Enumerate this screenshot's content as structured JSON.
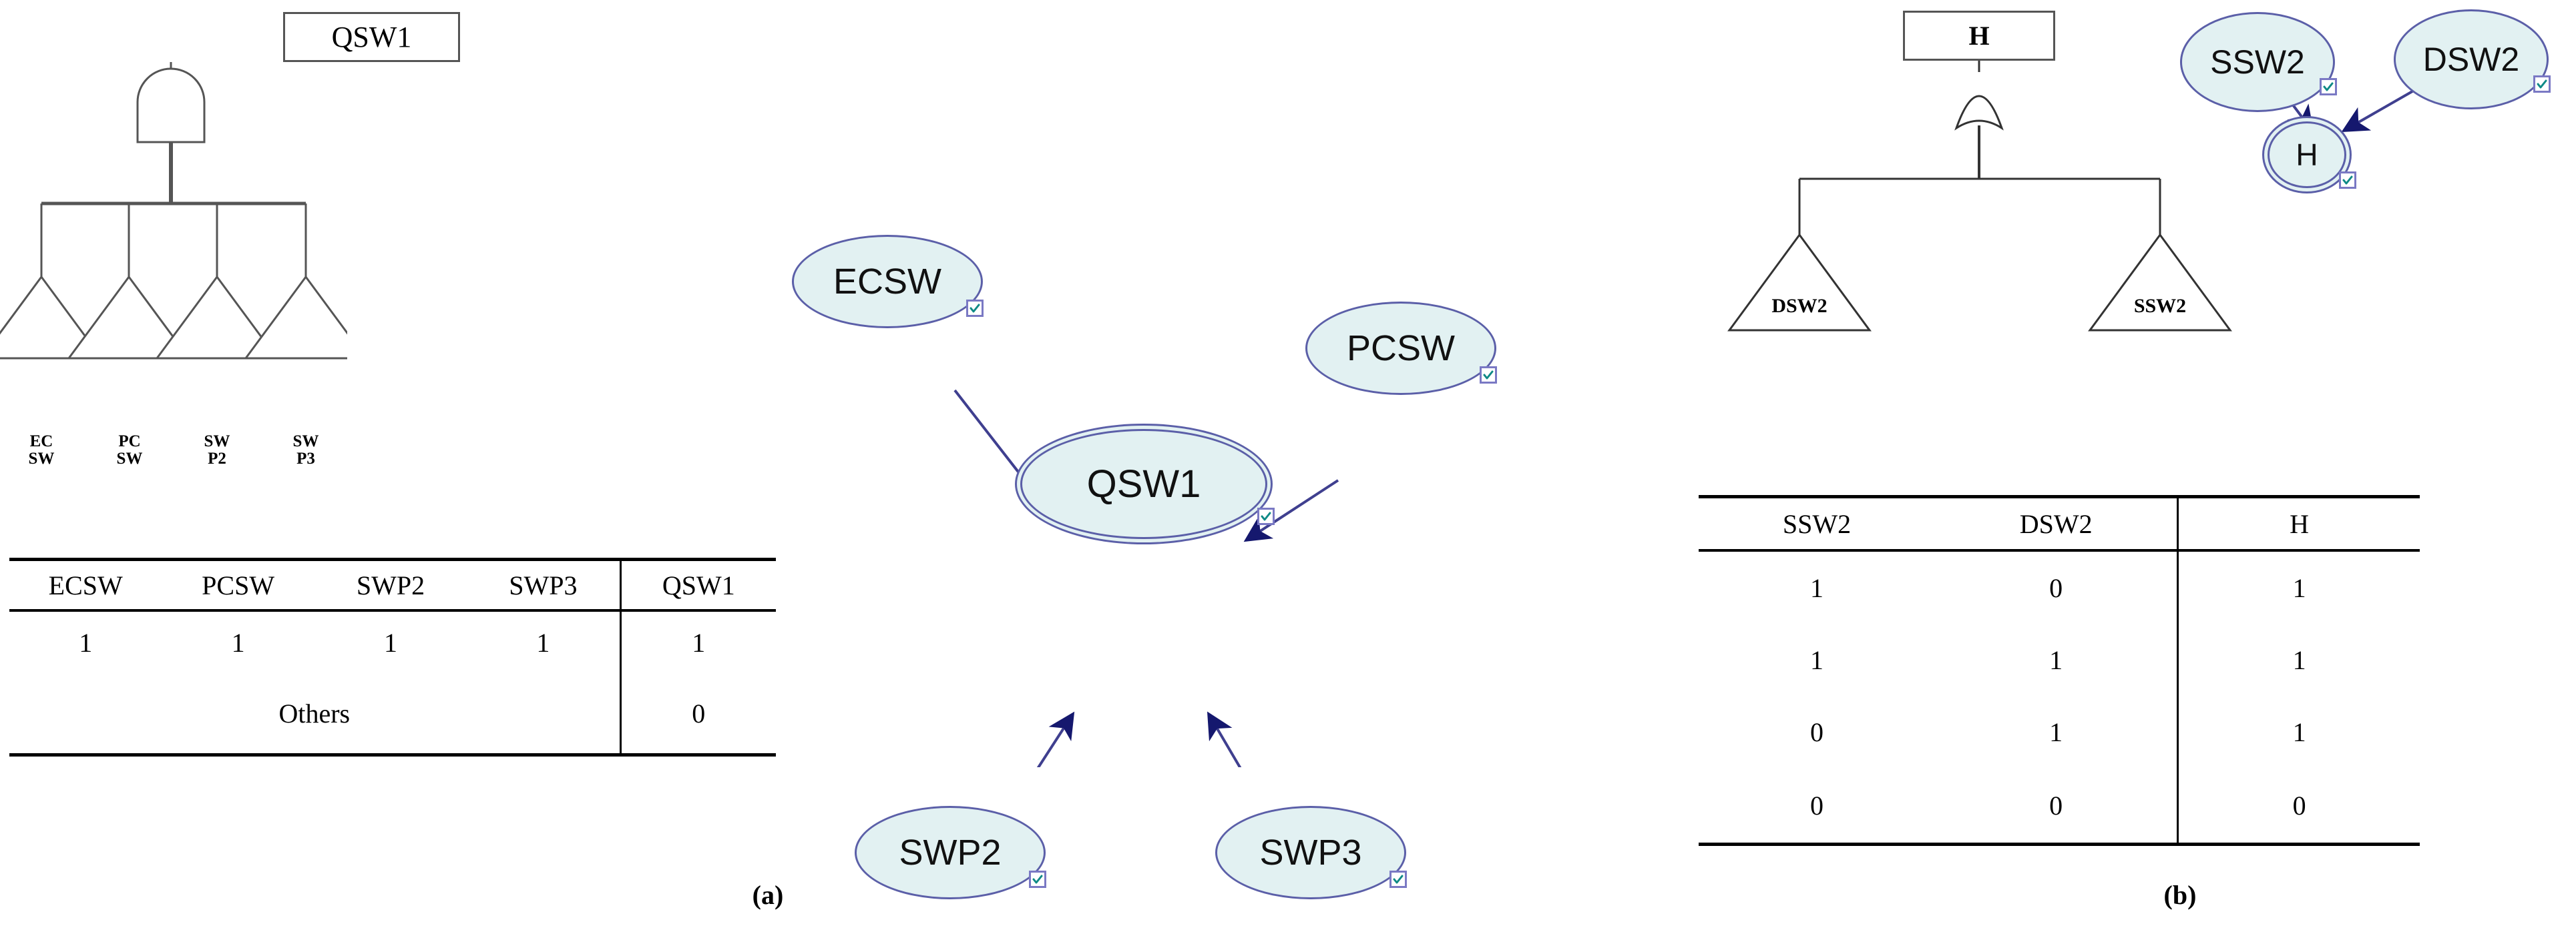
{
  "figure": {
    "captions": [
      {
        "id": "caption-a",
        "text": "(a)"
      },
      {
        "id": "caption-b",
        "text": "(b)"
      }
    ]
  },
  "panel_a": {
    "fault_tree": {
      "top_event": {
        "label": "QSW1",
        "shape": "rectangle"
      },
      "gate": {
        "type": "AND",
        "label": ""
      },
      "basic_events": [
        {
          "label_line1": "EC",
          "label_line2": "SW",
          "shape": "triangle"
        },
        {
          "label_line1": "PC",
          "label_line2": "SW",
          "shape": "triangle"
        },
        {
          "label_line1": "SW",
          "label_line2": "P2",
          "shape": "triangle"
        },
        {
          "label_line1": "SW",
          "label_line2": "P3",
          "shape": "triangle"
        }
      ]
    },
    "truth_table": {
      "headers": [
        "ECSW",
        "PCSW",
        "SWP2",
        "SWP3",
        "QSW1"
      ],
      "rows": [
        {
          "cells": [
            "1",
            "1",
            "1",
            "1"
          ],
          "result": "1",
          "span": false
        },
        {
          "cells": [
            "Others"
          ],
          "result": "0",
          "span": true
        }
      ]
    },
    "bayesian_network": {
      "nodes": [
        {
          "id": "ecsw",
          "label": "ECSW",
          "double": false,
          "checked": true
        },
        {
          "id": "pcsw",
          "label": "PCSW",
          "double": false,
          "checked": true
        },
        {
          "id": "qsw1",
          "label": "QSW1",
          "double": true,
          "checked": true
        },
        {
          "id": "swp2",
          "label": "SWP2",
          "double": false,
          "checked": true
        },
        {
          "id": "swp3",
          "label": "SWP3",
          "double": false,
          "checked": true
        }
      ],
      "edges": [
        {
          "from": "ecsw",
          "to": "qsw1"
        },
        {
          "from": "pcsw",
          "to": "qsw1"
        },
        {
          "from": "swp2",
          "to": "qsw1"
        },
        {
          "from": "swp3",
          "to": "qsw1"
        }
      ]
    }
  },
  "panel_b": {
    "fault_tree": {
      "top_event": {
        "label": "H",
        "shape": "rectangle"
      },
      "gate": {
        "type": "OR",
        "label": ""
      },
      "basic_events": [
        {
          "label_line1": "DSW2",
          "label_line2": "",
          "shape": "triangle"
        },
        {
          "label_line1": "SSW2",
          "label_line2": "",
          "shape": "triangle"
        }
      ]
    },
    "truth_table": {
      "headers": [
        "SSW2",
        "DSW2",
        "H"
      ],
      "rows": [
        {
          "cells": [
            "1",
            "0"
          ],
          "result": "1"
        },
        {
          "cells": [
            "1",
            "1"
          ],
          "result": "1"
        },
        {
          "cells": [
            "0",
            "1"
          ],
          "result": "1"
        },
        {
          "cells": [
            "0",
            "0"
          ],
          "result": "0"
        }
      ]
    },
    "bayesian_network": {
      "nodes": [
        {
          "id": "ssw2",
          "label": "SSW2",
          "double": false,
          "checked": true
        },
        {
          "id": "dsw2",
          "label": "DSW2",
          "double": false,
          "checked": true
        },
        {
          "id": "h",
          "label": "H",
          "double": true,
          "checked": true
        }
      ],
      "edges": [
        {
          "from": "ssw2",
          "to": "h"
        },
        {
          "from": "dsw2",
          "to": "h"
        }
      ]
    }
  },
  "colors": {
    "node_fill": "#e2f1f2",
    "node_stroke": "#5b5fa8",
    "edge_stroke": "#3f3f8f",
    "arrowhead": "#15186e",
    "checkbox_border": "#7a79c4",
    "check_mark": "#0f8a86",
    "tree_stroke": "#555555",
    "text": "#000000"
  }
}
